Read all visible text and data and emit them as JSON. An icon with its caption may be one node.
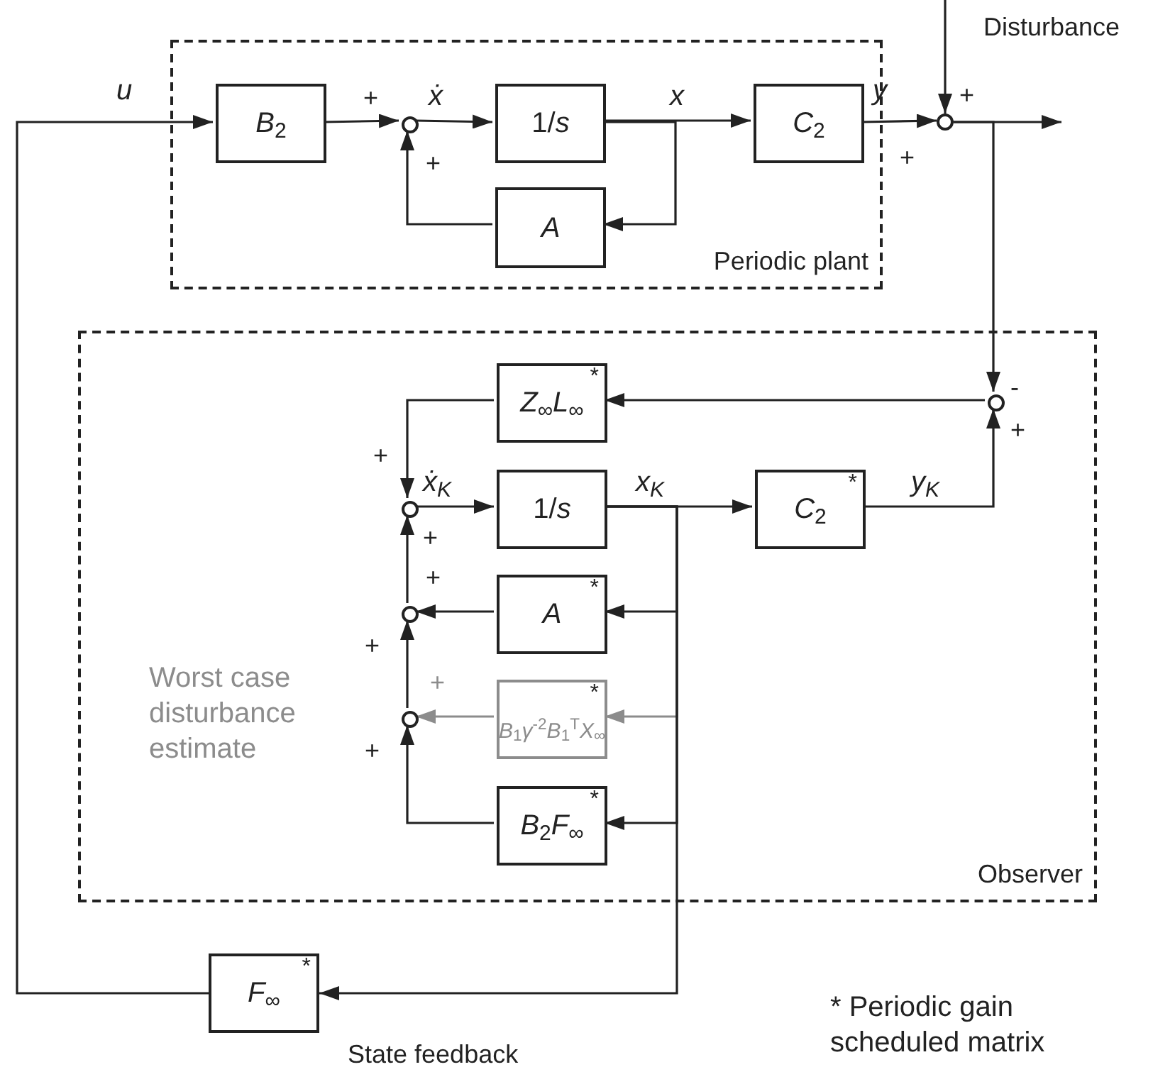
{
  "diagram": {
    "nodes": [
      {
        "text": [
          "Periodic plant"
        ]
      },
      {
        "text": [
          "*B*$_{2}$"
        ],
        "in": 0
      },
      {
        "text": [],
        "shape": "circle",
        "in": 0
      },
      {
        "text": [
          "1/*s*"
        ],
        "in": 0
      },
      {
        "text": [
          "*C*$_{2}$"
        ],
        "in": 0
      },
      {
        "text": [
          "A"
        ],
        "in": 0
      },
      {
        "text": [],
        "shape": "circle"
      },
      {
        "text": [
          "Observer"
        ]
      },
      {
        "text": [
          "*",
          "*Z*$_{∞}$*L*$_{∞}$"
        ],
        "in": 7
      },
      {
        "text": [],
        "shape": "circle",
        "in": 7
      },
      {
        "text": [],
        "shape": "circle",
        "in": 7
      },
      {
        "text": [
          "1/*s*"
        ],
        "in": 7
      },
      {
        "text": [
          "*",
          "*C*$_{2}$"
        ],
        "in": 7
      },
      {
        "text": [],
        "shape": "circle",
        "in": 7
      },
      {
        "text": [
          "*",
          "A"
        ],
        "in": 7
      },
      {
        "text": [],
        "shape": "circle",
        "in": 7
      },
      {
        "text": [
          "*",
          "*B*$_{1}$*γ*$^{-2}$*B*$_{1}$$^{T}$*X*$_{∞}$"
        ],
        "in": 7
      },
      {
        "text": [
          "*",
          "*B*$_{2}$*F*$_{∞}$"
        ],
        "in": 7
      },
      {
        "text": [
          "*",
          "*F*$_{∞}$"
        ],
        "beside": [
          "State feedback"
        ]
      }
    ],
    "edges": [
      {
        "from": 18,
        "to": 1,
        "arrow": "to",
        "label": "u"
      },
      {
        "from": 1,
        "to": 2,
        "arrow": "to"
      },
      {
        "from": 2,
        "to": 3,
        "arrow": "to",
        "label": "ẋ"
      },
      {
        "from": 3,
        "to": 4,
        "arrow": "to",
        "label": "x"
      },
      {
        "from": 3,
        "to": 5,
        "arrow": "to"
      },
      {
        "from": 5,
        "to": 2,
        "arrow": "to"
      },
      {
        "from": 4,
        "to": 6,
        "arrow": "to",
        "label": "y"
      },
      {
        "from": null,
        "to": 6,
        "arrow": "to"
      },
      {
        "from": 6,
        "to": null,
        "arrow": "to"
      },
      {
        "from": 6,
        "to": 9,
        "arrow": "to"
      },
      {
        "from": 9,
        "to": 8,
        "arrow": "to"
      },
      {
        "from": 8,
        "to": 10,
        "arrow": "to"
      },
      {
        "from": 10,
        "to": 11,
        "arrow": "to",
        "label": "ẋ$_{K}$"
      },
      {
        "from": 11,
        "to": 12,
        "arrow": "to",
        "label": "x$_{K}$"
      },
      {
        "from": 12,
        "to": 9,
        "arrow": "to",
        "label": "y$_{K}$"
      },
      {
        "from": 11,
        "to": 14,
        "arrow": "to"
      },
      {
        "from": 11,
        "to": 16,
        "arrow": "to",
        "color": "#8c8c8c"
      },
      {
        "from": 11,
        "to": 17,
        "arrow": "to"
      },
      {
        "from": 11,
        "to": 18,
        "arrow": "to"
      },
      {
        "from": 14,
        "to": 13,
        "arrow": "to"
      },
      {
        "from": 13,
        "to": 10,
        "arrow": "to"
      },
      {
        "from": 16,
        "to": 15,
        "arrow": "to",
        "color": "#8c8c8c"
      },
      {
        "from": 15,
        "to": 13,
        "arrow": "to"
      },
      {
        "from": 17,
        "to": 15,
        "arrow": "to"
      }
    ],
    "labels": [
      "Disturbance",
      "+",
      "+",
      "+",
      "+",
      "-",
      "+",
      "+",
      "+",
      "+",
      "+",
      "Worst case disturbance estimate",
      "+",
      "+",
      "* Periodic gain scheduled matrix"
    ]
  }
}
